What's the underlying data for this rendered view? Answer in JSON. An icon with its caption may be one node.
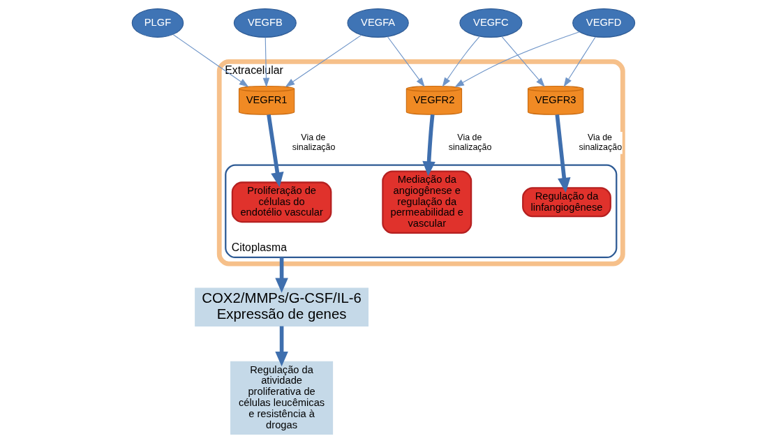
{
  "diagram": {
    "nodes": [
      {
        "text": [
          "PLGF"
        ]
      },
      {
        "text": [
          "VEGFA"
        ]
      },
      {
        "text": [
          "VEGFB"
        ]
      },
      {
        "text": [
          "VEGFC"
        ]
      },
      {
        "text": [
          "VEGFD"
        ]
      },
      {
        "text": [
          "Extracelular"
        ]
      },
      {
        "text": [
          "VEGFR1"
        ],
        "in": 5
      },
      {
        "text": [
          "VEGFR2"
        ],
        "in": 5
      },
      {
        "text": [
          "VEGFR3"
        ],
        "in": 5
      },
      {
        "text": [
          "Citoplasma"
        ],
        "in": 5
      },
      {
        "text": [
          "Proliferação de células do endotélio vascular"
        ],
        "in": 9
      },
      {
        "text": [
          "Mediação da angiogênese e regulação da permeabilidad e vascular"
        ],
        "in": 9
      },
      {
        "text": [
          "Regulação da linfangiogênese"
        ],
        "in": 9
      },
      {
        "text": [
          "COX2/MMPs/G-CSF/IL-6",
          "Expressão de genes"
        ]
      },
      {
        "text": [
          "Regulação da atividade proliferativa de células leucêmicas e resistência à drogas"
        ]
      }
    ],
    "edges": [
      {
        "from": 0,
        "to": 6,
        "arrow": "to"
      },
      {
        "from": 1,
        "to": 6,
        "arrow": "to"
      },
      {
        "from": 2,
        "to": 6,
        "arrow": "to"
      },
      {
        "from": 1,
        "to": 7,
        "arrow": "to"
      },
      {
        "from": 3,
        "to": 7,
        "arrow": "to"
      },
      {
        "from": 4,
        "to": 7,
        "arrow": "to"
      },
      {
        "from": 3,
        "to": 8,
        "arrow": "to"
      },
      {
        "from": 4,
        "to": 8,
        "arrow": "to"
      },
      {
        "from": 6,
        "to": 10,
        "arrow": "to",
        "label": "Via de sinalização",
        "style": "thick"
      },
      {
        "from": 7,
        "to": 11,
        "arrow": "to",
        "label": "Via de sinalização",
        "style": "thick"
      },
      {
        "from": 8,
        "to": 12,
        "arrow": "to",
        "label": "Via de sinalização",
        "style": "thick"
      },
      {
        "from": 9,
        "to": 13,
        "arrow": "to",
        "style": "thick"
      },
      {
        "from": 13,
        "to": 14,
        "arrow": "to",
        "style": "thick"
      }
    ]
  }
}
